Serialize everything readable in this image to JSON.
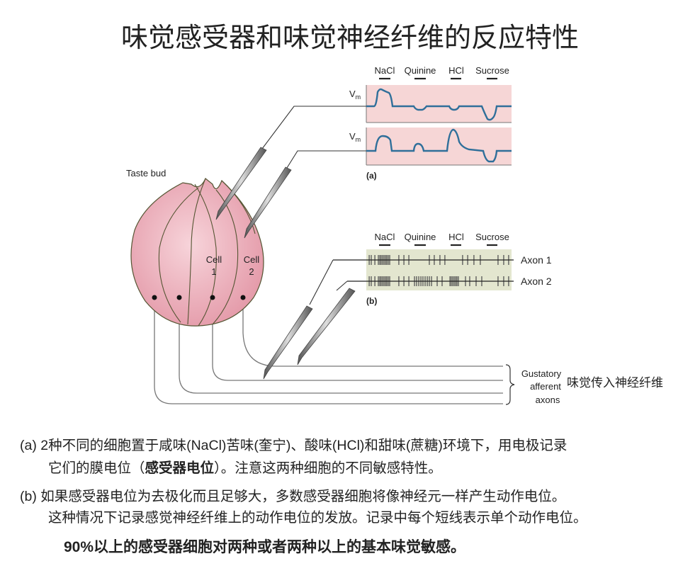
{
  "title": "味觉感受器和味觉神经纤维的反应特性",
  "stimuli": [
    "NaCl",
    "Quinine",
    "HCl",
    "Sucrose"
  ],
  "panel_a": {
    "label": "(a)",
    "trace_label": "V",
    "trace_subscript": "m",
    "trace_color": "#2f6f9a",
    "background_color": "#f6d6d6"
  },
  "panel_b": {
    "label": "(b)",
    "background_color": "#e3e6cf",
    "axons": [
      {
        "name": "Axon 1",
        "spike_times": [
          2,
          3.4,
          5.9,
          8.3,
          9.3,
          10.2,
          11.2,
          12.2,
          13.2,
          14.1,
          15.1,
          16.1,
          22.4,
          25.9,
          29.3,
          43.4,
          46.8,
          50.7,
          54.1,
          66.3,
          69.8,
          74.1,
          78.5,
          90.7,
          94.6,
          98
        ]
      },
      {
        "name": "Axon 2",
        "spike_times": [
          2,
          3.4,
          5.9,
          8.3,
          9.3,
          10.2,
          11.2,
          12.2,
          13.2,
          14.1,
          15.1,
          16.1,
          22.4,
          25.9,
          29.3,
          33.2,
          34.6,
          36.1,
          37.6,
          39,
          40.5,
          42,
          43.4,
          44.9,
          48.8,
          52.2,
          57.6,
          58.5,
          59.5,
          60.5,
          61.5,
          62.4,
          63.4,
          68.3,
          71.2,
          75.6,
          79.5,
          90.7,
          94.6,
          98
        ]
      }
    ]
  },
  "taste_bud": {
    "label": "Taste bud",
    "cell1": [
      "Cell",
      "1"
    ],
    "cell2": [
      "Cell",
      "2"
    ],
    "color": "#eeb3bf"
  },
  "gustatory": {
    "lines": [
      "Gustatory",
      "afferent",
      "axons"
    ],
    "chinese": "味觉传入神经纤维"
  },
  "caption": {
    "a_line1": "(a)  2种不同的细胞置于咸味(NaCl)苦味(奎宁)、酸味(HCl)和甜味(蔗糖)环境下，用电极记录",
    "a_line2_pre": "它们的膜电位（",
    "a_line2_bold": "感受器电位",
    "a_line2_post": "）。注意这两种细胞的不同敏感特性。",
    "b_line1": "(b) 如果感受器电位为去极化而且足够大，多数感受器细胞将像神经元一样产生动作电位。",
    "b_line2": "这种情况下记录感觉神经纤维上的动作电位的发放。记录中每个短线表示单个动作电位。",
    "conclusion": "90%以上的感受器细胞对两种或者两种以上的基本味觉敏感。"
  }
}
